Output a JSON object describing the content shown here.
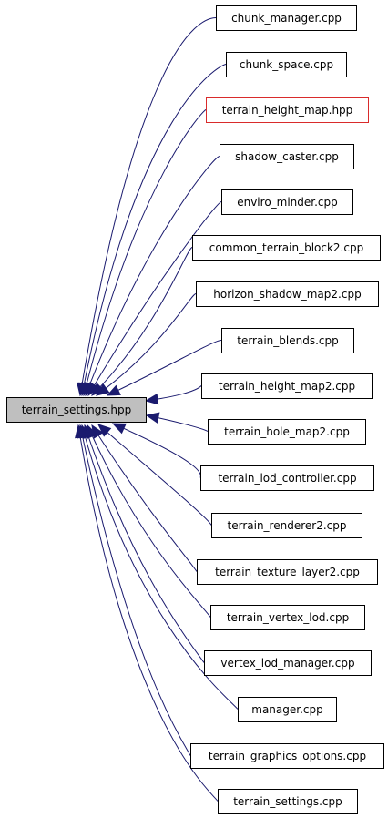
{
  "diagram": {
    "root": {
      "label": "terrain_settings.hpp"
    },
    "nodes": [
      {
        "label": "chunk_manager.cpp"
      },
      {
        "label": "chunk_space.cpp"
      },
      {
        "label": "terrain_height_map.hpp",
        "border_color": "#d92b2b"
      },
      {
        "label": "shadow_caster.cpp"
      },
      {
        "label": "enviro_minder.cpp"
      },
      {
        "label": "common_terrain_block2.cpp"
      },
      {
        "label": "horizon_shadow_map2.cpp"
      },
      {
        "label": "terrain_blends.cpp"
      },
      {
        "label": "terrain_height_map2.cpp"
      },
      {
        "label": "terrain_hole_map2.cpp"
      },
      {
        "label": "terrain_lod_controller.cpp"
      },
      {
        "label": "terrain_renderer2.cpp"
      },
      {
        "label": "terrain_texture_layer2.cpp"
      },
      {
        "label": "terrain_vertex_lod.cpp"
      },
      {
        "label": "vertex_lod_manager.cpp"
      },
      {
        "label": "manager.cpp"
      },
      {
        "label": "terrain_graphics_options.cpp"
      },
      {
        "label": "terrain_settings.cpp"
      }
    ],
    "colors": {
      "edge": "#1a1a6e",
      "root_fill": "#bfbfbf",
      "node_border": "#000000",
      "highlight_border": "#d92b2b"
    }
  }
}
